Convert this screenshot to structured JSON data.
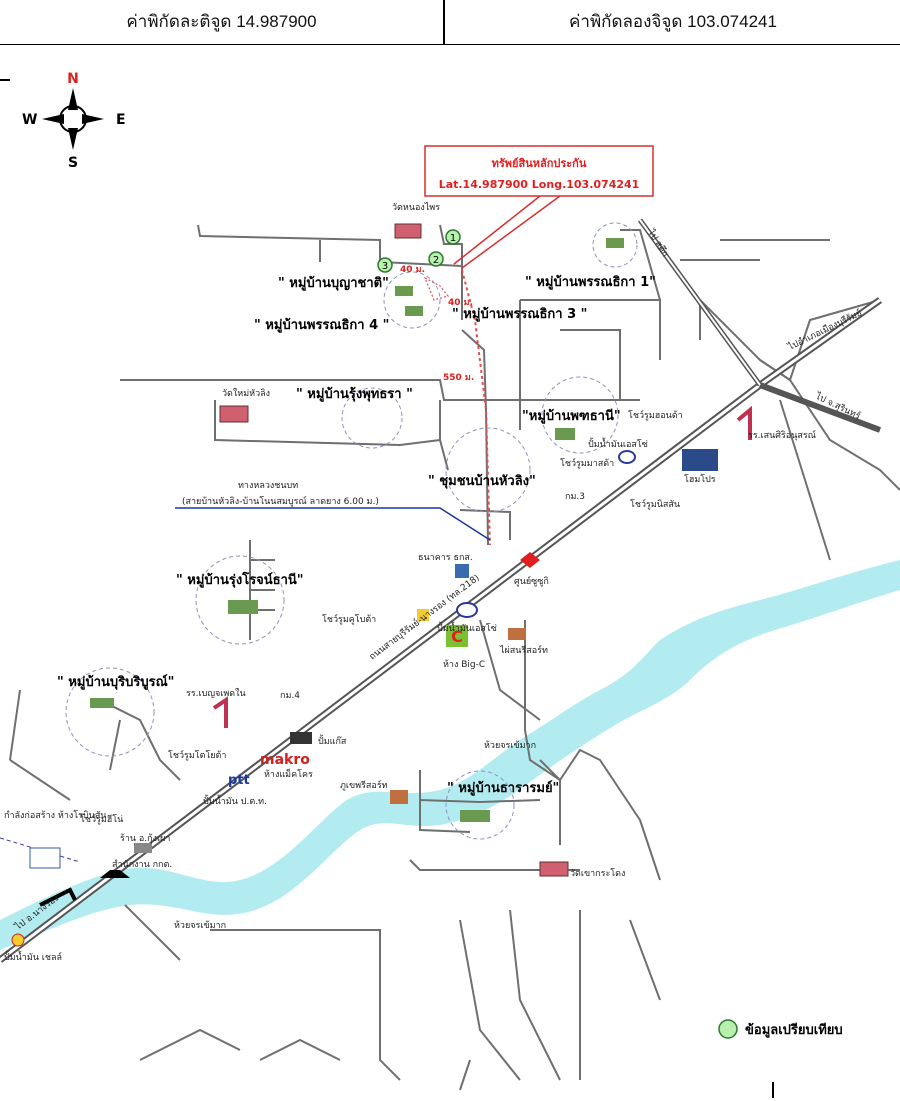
{
  "header": {
    "lat_label": "ค่าพิกัดละติจูด 14.987900",
    "long_label": "ค่าพิกัดลองจิจูด 103.074241"
  },
  "compass": {
    "n": "N",
    "s": "S",
    "e": "E",
    "w": "W"
  },
  "callout": {
    "title": "ทรัพย์สินหลักประกัน",
    "coords": "Lat.14.987900 Long.103.074241"
  },
  "distances": {
    "d1": "40 ม.",
    "d2": "40 ม.",
    "d3": "550 ม."
  },
  "comparables": [
    "1",
    "2",
    "3"
  ],
  "villages": {
    "bunyasiri": "\" หมู่บ้านบุญาชาติ\"",
    "pornthika4": "\" หมู่บ้านพรรณธิกา 4 \"",
    "pornthika3": "\" หมู่บ้านพรรณธิกา 3 \"",
    "pornthika1": "\" หมู่บ้านพรรณธิกา 1\"",
    "rungputtara": "\" หมู่บ้านรุ้งพุทธรา \"",
    "pattani": "\"หมู่บ้านพฑธานี\"",
    "community": "\" ชุมชนบ้านหัวลิง\"",
    "rungrot": "\" หมู่บ้านรุ่งโรจน์ธานี\"",
    "buriburun": "\" หมู่บ้านบุริบริบูรณ์\"",
    "thararom": "\" หมู่บ้านธารารมย์\""
  },
  "places": {
    "wat_nongpai": "วัดหนองไพร",
    "wat_huaying": "วัดใหม่หัวลิง",
    "showroom_honda": "โชว์รูมฮอนด้า",
    "esso1": "ปั้มน้ำมันเอสโซ่",
    "showroom_mazda": "โชว์รูมมาสด้า",
    "homepro": "โฮมโปร",
    "showroom_nissan": "โชว์รูมนิสสัน",
    "school_1": "รร.เสนศิริอนุสรณ์",
    "km3": "กม.3",
    "bank": "ธนาคาร ธกส.",
    "suzuki": "ศูนย์ซูซูกิ",
    "showroom_kubota": "โชว์รูมคูโบต้า",
    "esso2": "ปั้มน้ำมันเอสโซ่",
    "bigc": "ห้าง Big-C",
    "tile": "ไผ่สนรีสอร์ท",
    "school_2": "รร.เบญจเพดใน",
    "km4": "กม.4",
    "gas": "ปั้มแก๊ส",
    "showroom_toyota": "โชว์รูมโตโยต้า",
    "makro": "ห้างแม็คโคร",
    "ptt": "ปั้มน้ำมัน ป.ต.ท.",
    "resort": "ภูเขพรีสอร์ท",
    "huai_top": "ห้วยจรเข้มาก",
    "huai_bottom": "ห้วยจรเข้มาก",
    "wat_kaokradong": "วัดเขากระโดง",
    "showroom_hino": "โชว์รูมฮีโน่",
    "construction": "กำลังก่อสร้าง ห้างโรบินสัน",
    "shop": "ร้าน อ.กุ้งเผา",
    "office": "สำนักงาน กกต.",
    "shell": "ปั้มน้ำมัน เชลล์",
    "rural_road": "ทางหลวงชนบท",
    "rural_road2": "(สายบ้านหัวลิง-บ้านโนนสมบูรณ์ ลาดยาง 6.00 ม.)",
    "main_road": "ถนนสายบุรีรัมย์-นางรอง (ทล.218)",
    "to_nangrong": "ไป อ.นางรอง",
    "to_satuek": "ไป สตึก",
    "to_buriram": "ไปอำเภอเมืองบุรีรัมย์",
    "to_surin": "ไป จ.สุรินทร์"
  },
  "legend": {
    "label": "ข้อมูลเปรียบเทียบ"
  },
  "colors": {
    "river": "#b3ecf0",
    "road": "#6e7070",
    "callout": "#d63030",
    "rural_road": "#1a36a0",
    "comparable": "#b8f0b0"
  }
}
